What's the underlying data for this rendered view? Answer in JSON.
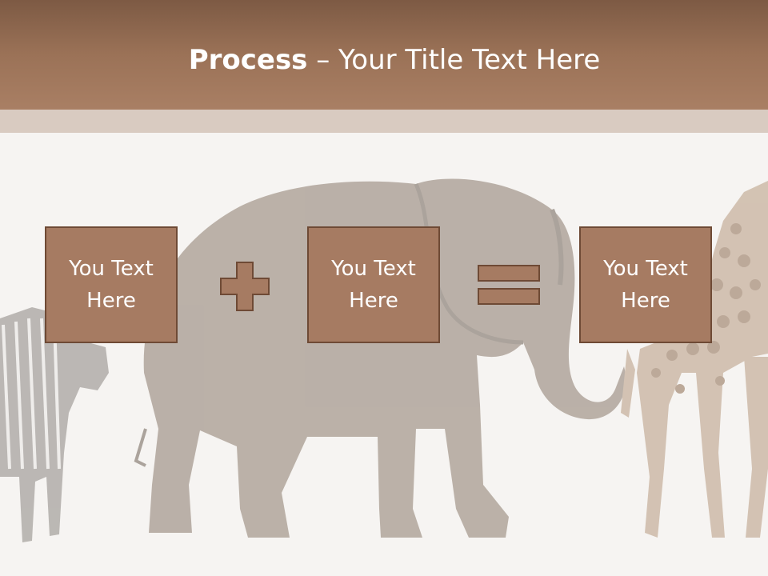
{
  "slide": {
    "title_bold": "Process",
    "title_rest": " – Your Title Text Here"
  },
  "process": {
    "box1": "You Text\nHere",
    "box2": "You Text\nHere",
    "box3": "You Text\nHere"
  },
  "icons": {
    "plus": "plus-icon",
    "equals": "equals-icon"
  },
  "colors": {
    "header": "#9b7257",
    "box_fill": "#a67b62",
    "box_border": "#6e4a35",
    "background": "#f6f4f2"
  }
}
